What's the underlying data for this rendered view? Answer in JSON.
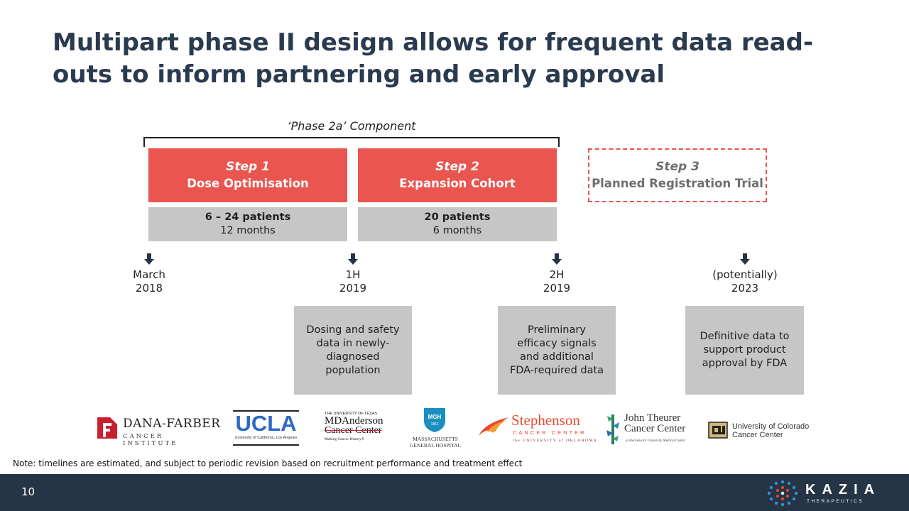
{
  "slide": {
    "title": "Multipart phase II design allows for frequent data read-outs to inform partnering and early approval",
    "phase_label": "‘Phase 2a’ Component",
    "steps": [
      {
        "number": "Step 1",
        "name": "Dose Optimisation"
      },
      {
        "number": "Step 2",
        "name": "Expansion Cohort"
      },
      {
        "number": "Step 3",
        "name": "Planned Registration Trial"
      }
    ],
    "patients": [
      {
        "count": "6 – 24 patients",
        "duration": "12 months"
      },
      {
        "count": "20 patients",
        "duration": "6 months"
      }
    ],
    "milestones": [
      {
        "line1": "March",
        "line2": "2018"
      },
      {
        "line1": "1H",
        "line2": "2019"
      },
      {
        "line1": "2H",
        "line2": "2019"
      },
      {
        "line1": "(potentially)",
        "line2": "2023"
      }
    ],
    "readouts": [
      "Dosing and safety data in newly-diagnosed population",
      "Preliminary efficacy signals and additional FDA-required data",
      "Definitive data to support product approval by FDA"
    ],
    "logos": {
      "dana_farber": {
        "name": "DANA-FARBER",
        "sub": "CANCER INSTITUTE"
      },
      "ucla": {
        "name": "UCLA",
        "sub": "University of California, Los Angeles"
      },
      "md_anderson": {
        "top": "THE UNIVERSITY OF TEXAS",
        "name": "MDAnderson",
        "center": "Cancer Center",
        "tag": "Making Cancer History®"
      },
      "mgh": {
        "badge": "MGH",
        "year": "1811",
        "line1": "MASSACHUSETTS",
        "line2": "GENERAL HOSPITAL"
      },
      "stephenson": {
        "name": "Stephenson",
        "center": "CANCER CENTER",
        "sub": "the UNIVERSITY of OKLAHOMA"
      },
      "theurer": {
        "line1": "John Theurer",
        "line2": "Cancer Center",
        "sub": "at Hackensack University Medical Center"
      },
      "colorado": {
        "line1": "University of Colorado",
        "line2": "Cancer Center"
      }
    },
    "footnote": "Note: timelines are estimated, and subject to periodic revision based on recruitment performance and treatment effect",
    "page_number": "10",
    "brand": {
      "name": "KAZIA",
      "sub": "THERAPEUTICS"
    },
    "colors": {
      "accent_red": "#ea5550",
      "navy": "#263546",
      "grey_box": "#c6c6c6",
      "title": "#2a3a4f"
    }
  }
}
